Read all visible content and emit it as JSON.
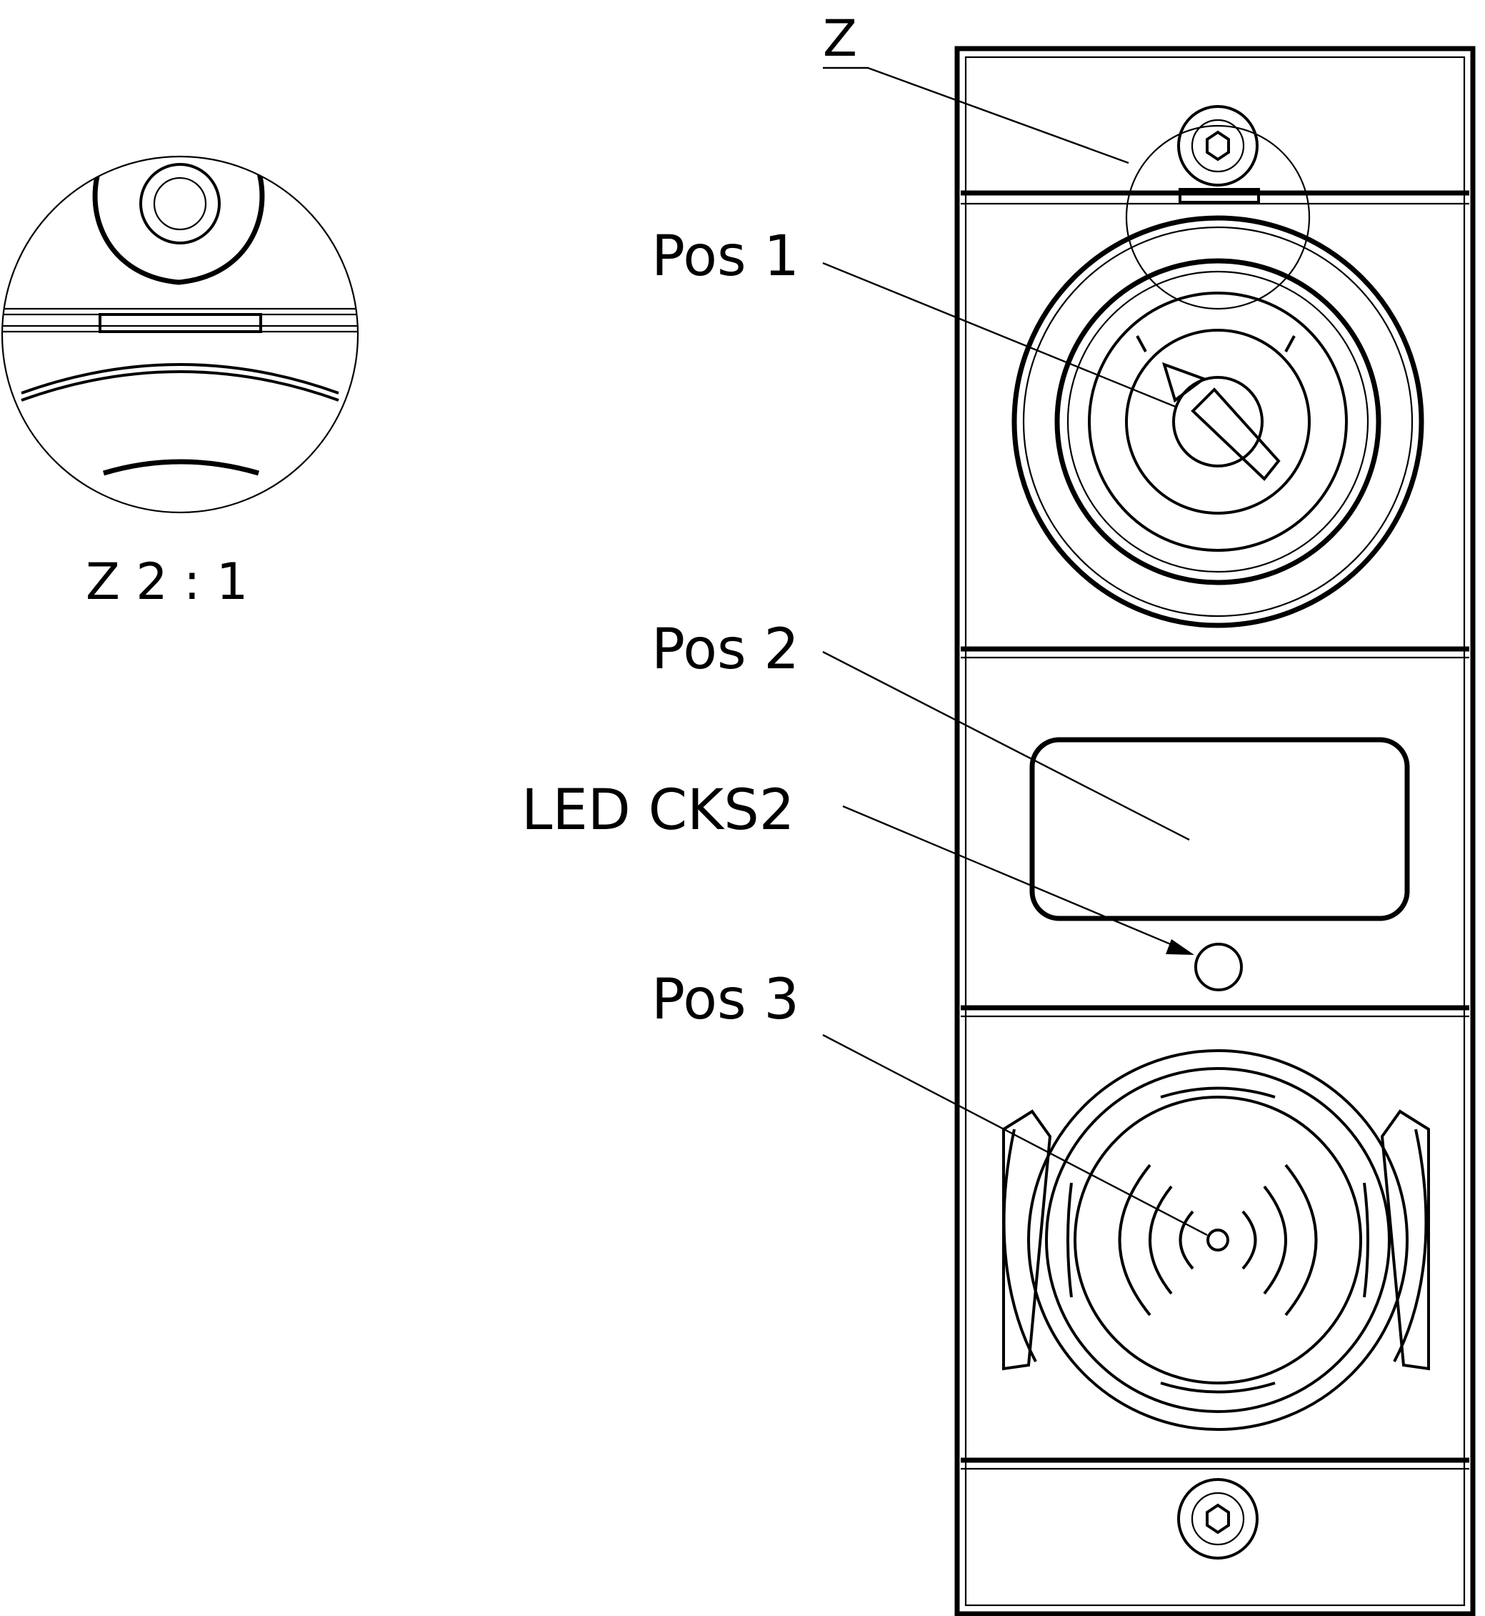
{
  "labels": {
    "detail_marker": "Z",
    "detail_scale": "Z  2 : 1",
    "pos1": "Pos 1",
    "pos2": "Pos 2",
    "led": "LED CKS2",
    "pos3": "Pos 3"
  },
  "colors": {
    "line": "#000000",
    "background": "#ffffff"
  }
}
